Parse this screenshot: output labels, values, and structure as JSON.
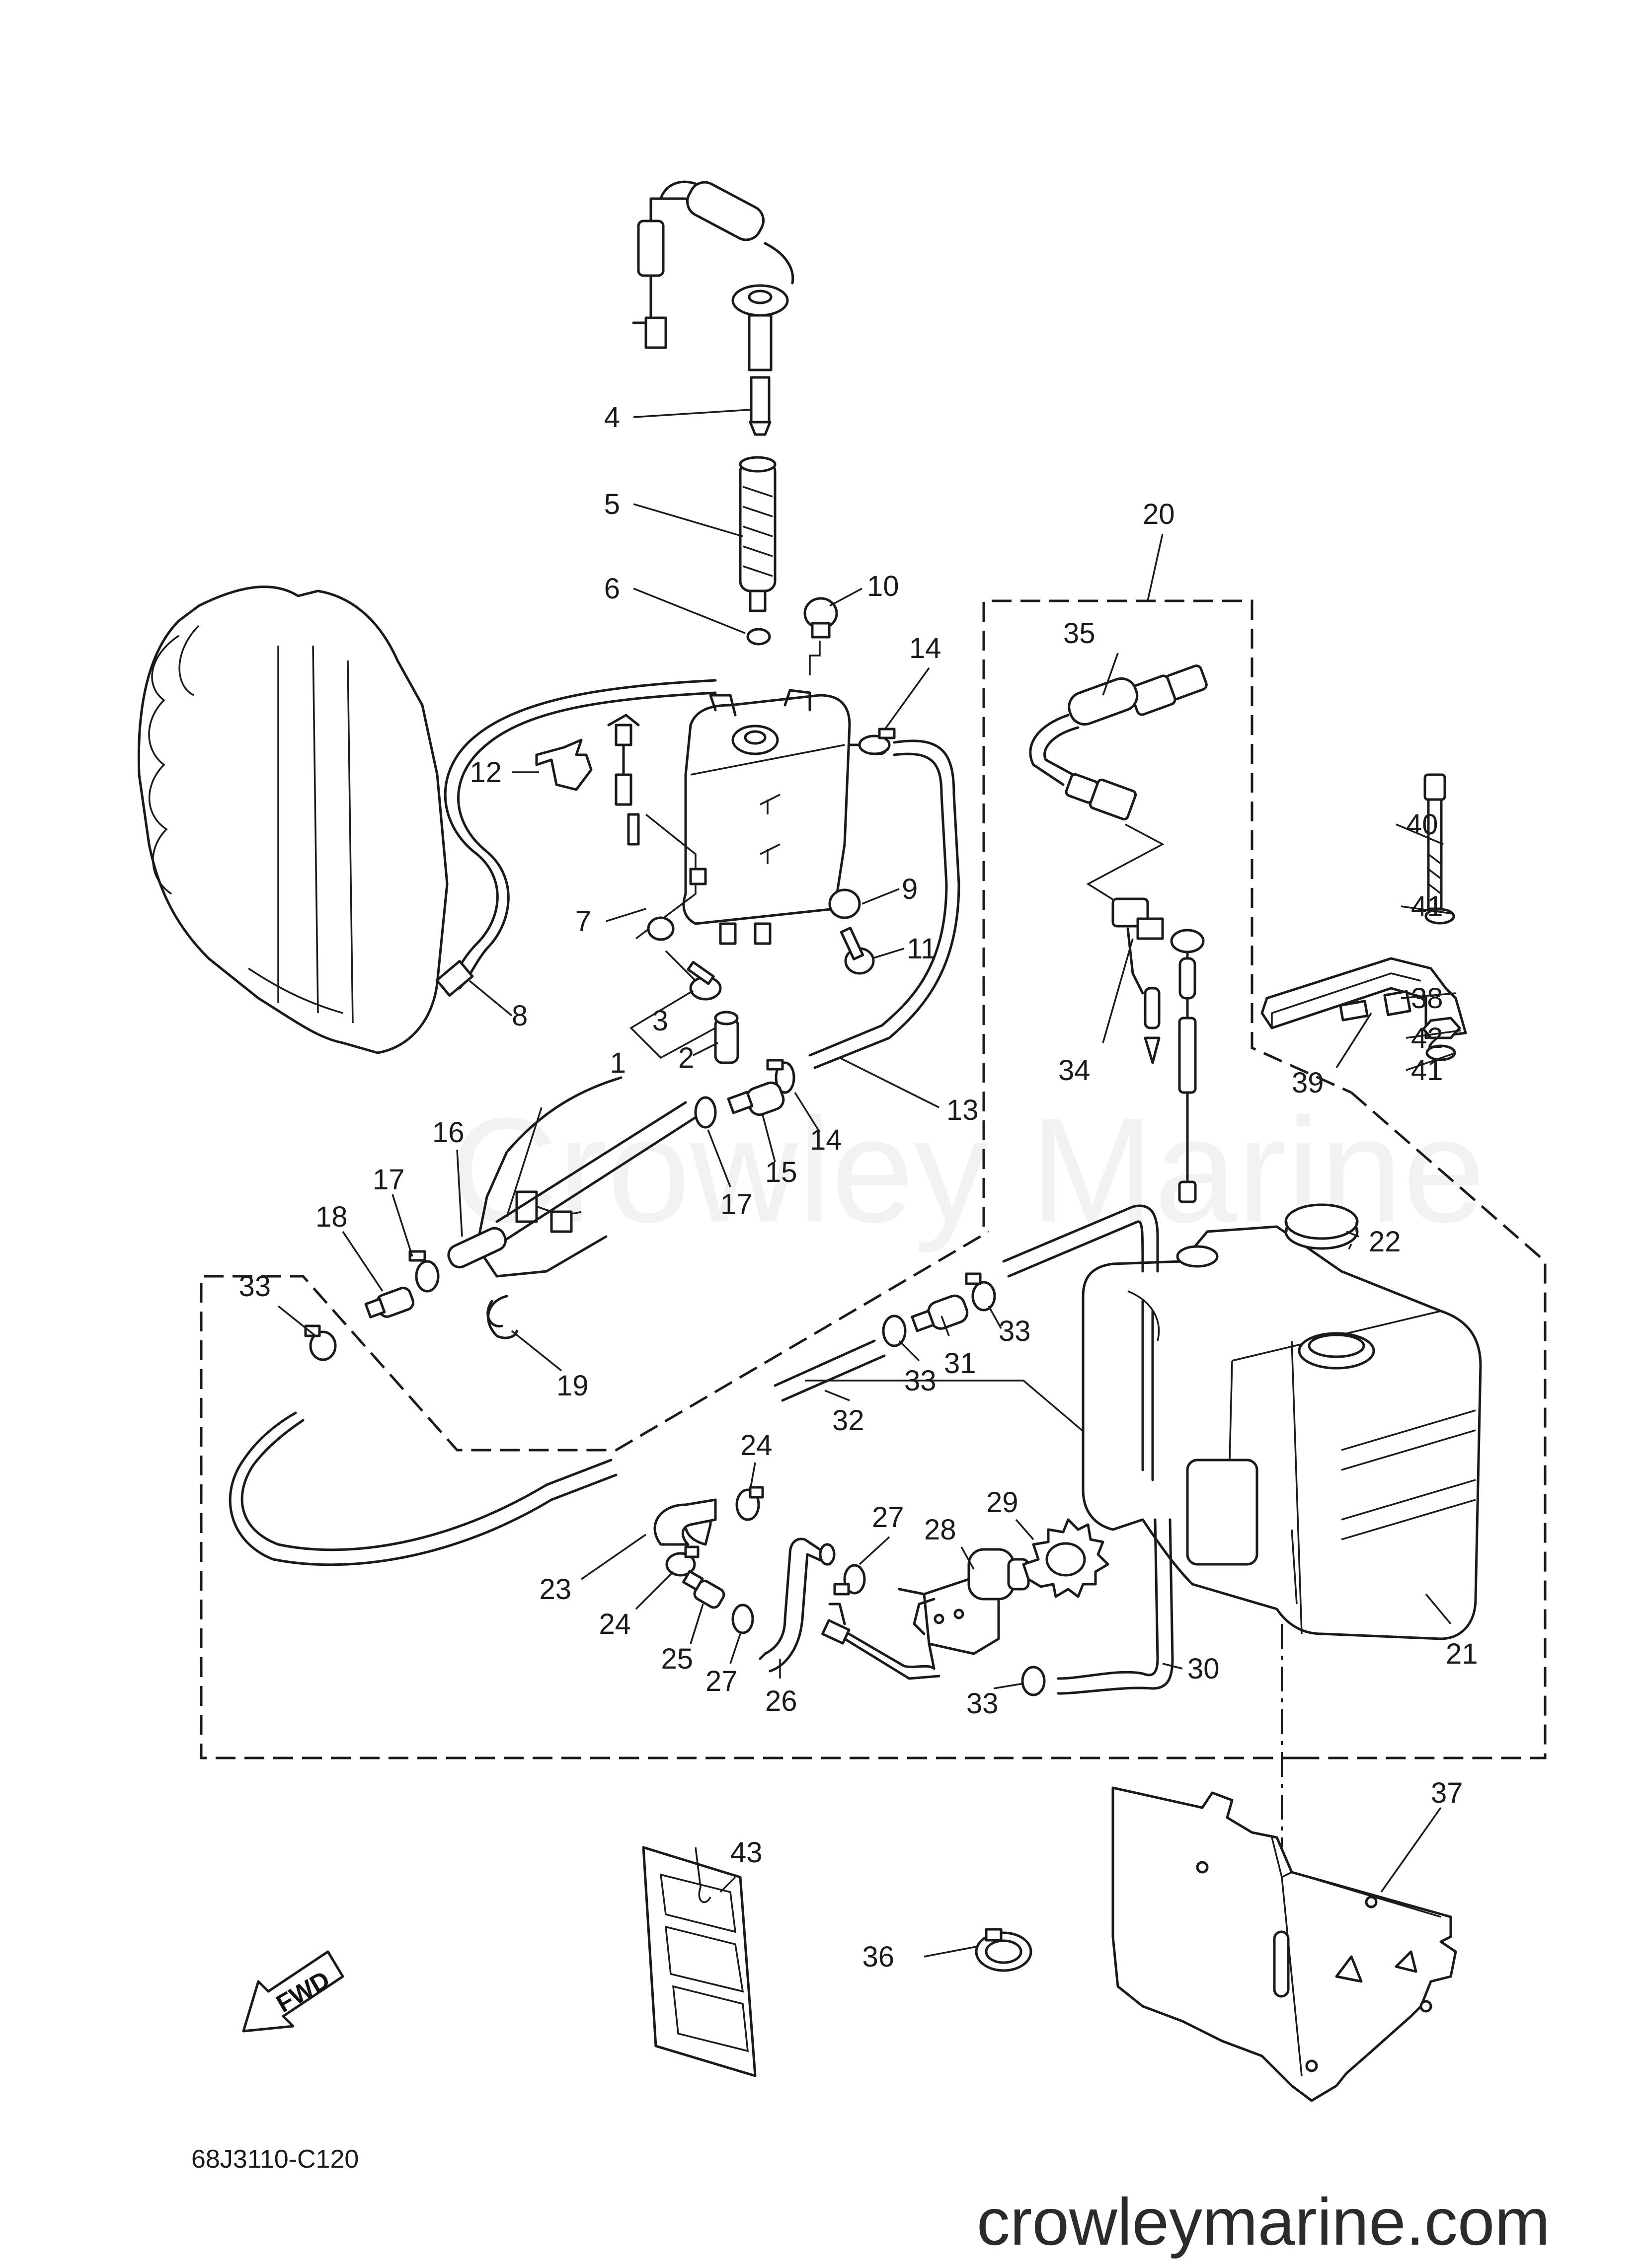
{
  "diagram": {
    "diagram_code": "68J3110-C120",
    "watermark": "Crowley Marine",
    "website": "crowleymarine.com",
    "fwd_label": "FWD",
    "callouts": [
      "1",
      "2",
      "3",
      "4",
      "5",
      "6",
      "7",
      "8",
      "9",
      "10",
      "11",
      "12",
      "13",
      "14",
      "14",
      "15",
      "16",
      "17",
      "17",
      "18",
      "19",
      "20",
      "21",
      "22",
      "23",
      "24",
      "24",
      "25",
      "26",
      "27",
      "27",
      "28",
      "29",
      "30",
      "31",
      "32",
      "33",
      "33",
      "33",
      "33",
      "33",
      "34",
      "35",
      "36",
      "37",
      "38",
      "39",
      "40",
      "41",
      "41",
      "42",
      "43"
    ]
  }
}
